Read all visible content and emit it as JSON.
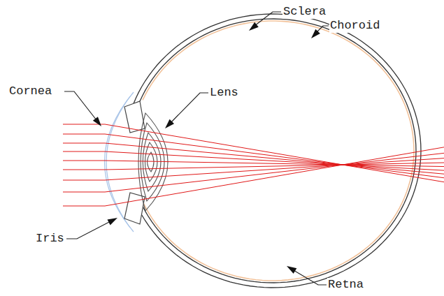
{
  "diagram": {
    "labels": [
      "Sclera",
      "Choroid",
      "Cornea",
      "Lens",
      "Iris",
      "Retna"
    ]
  }
}
